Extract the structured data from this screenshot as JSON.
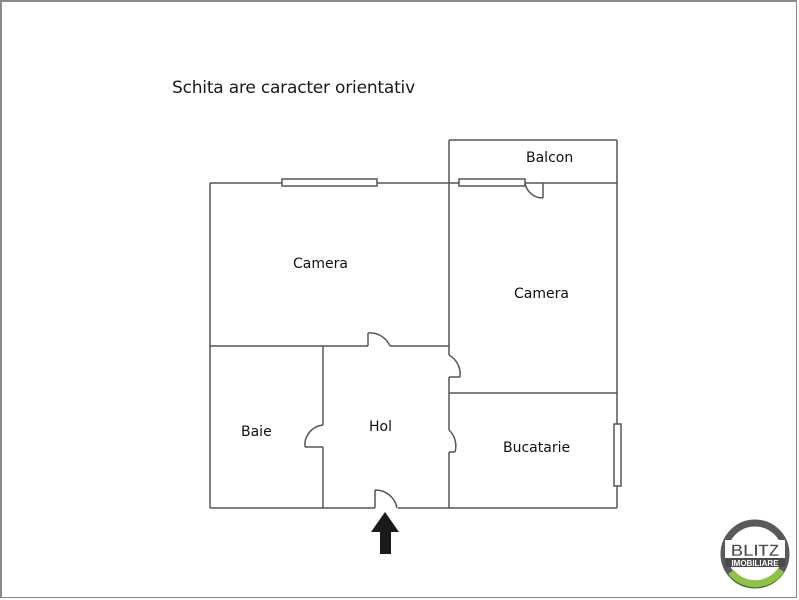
{
  "note": "Schita are caracter orientativ",
  "rooms": {
    "balcon": "Balcon",
    "camera_left": "Camera",
    "camera_right": "Camera",
    "baie": "Baie",
    "hol": "Hol",
    "bucatarie": "Bucatarie"
  },
  "logo": {
    "top": "BLITZ",
    "bottom": "IMOBILIARE",
    "ring_color": "#5a5a5a",
    "accent_color": "#8cc63f"
  },
  "colors": {
    "wall": "#555555",
    "arrow": "#1a1a1a"
  }
}
